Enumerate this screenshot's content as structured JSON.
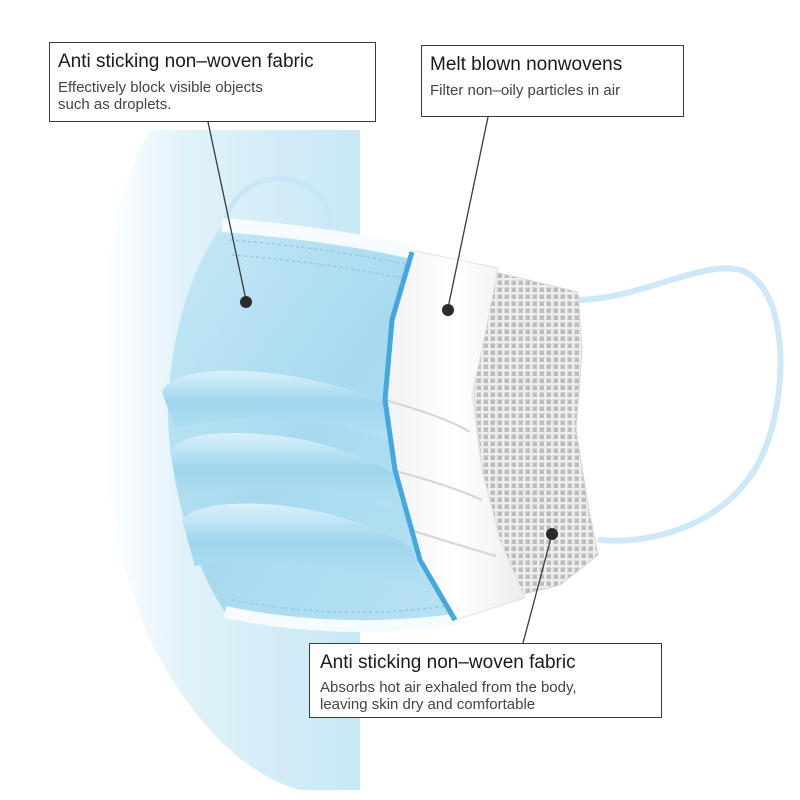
{
  "callouts": {
    "outer_layer": {
      "title": "Anti sticking non–woven fabric",
      "description_lines": [
        "Effectively block visible objects",
        "such as droplets."
      ]
    },
    "middle_layer": {
      "title": "Melt blown nonwovens",
      "description_lines": [
        "Filter non–oily particles in air"
      ]
    },
    "inner_layer": {
      "title": "Anti sticking non–woven fabric",
      "description_lines": [
        "Absorbs hot air exhaled from the body,",
        "leaving skin dry and comfortable"
      ]
    }
  },
  "colors": {
    "outer_fabric": "#a9dcef",
    "edge_binding": "#43a7e0",
    "middle_fabric": "#ffffff",
    "inner_mesh": "#cfcfcf",
    "ear_loop": "#c8e6f5",
    "leader_line": "#3a3a3a"
  }
}
